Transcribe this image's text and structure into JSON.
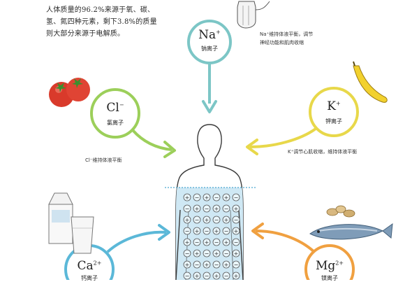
{
  "intro_text": "人体质量的96.2%来源于氧、碳、氢、氮四种元素，剩下3.8%的质量则大部分来源于电解质。",
  "ions": {
    "na": {
      "symbol": "Na",
      "charge": "+",
      "name": "钠离子",
      "note_line1": "Na⁺维持体液平衡，调节",
      "note_line2": "神经功能和肌肉收缩",
      "ring_color": "#7cc6c6"
    },
    "cl": {
      "symbol": "Cl",
      "charge": "−",
      "name": "氯离子",
      "note": "Cl⁻维持体液平衡",
      "ring_color": "#9ccf5a"
    },
    "k": {
      "symbol": "K",
      "charge": "+",
      "name": "钾离子",
      "note": "K⁺调节心肌收缩，维持体液平衡",
      "ring_color": "#e8d84a"
    },
    "ca": {
      "symbol": "Ca",
      "charge": "2+",
      "name": "钙离子",
      "ring_color": "#5bb8d8"
    },
    "mg": {
      "symbol": "Mg",
      "charge": "2+",
      "name": "镁离子",
      "ring_color": "#f0a040"
    }
  },
  "particle_signs": [
    "+",
    "−"
  ],
  "colors": {
    "body_fill": "#cfe8f4",
    "body_outline": "#3a3a3a",
    "water_line": "#4aa8d0",
    "particle_fill": "#eaf6fb",
    "tomato": "#d93a2b",
    "banana": "#f2d12e",
    "fish": "#6a8aa8"
  },
  "icons": {
    "salt": "salt-shaker-icon",
    "tomato": "tomato-icon",
    "banana": "banana-icon",
    "milk": "milk-carton-icon",
    "glass": "milk-glass-icon",
    "fish": "fish-icon",
    "nuts": "nuts-icon"
  }
}
